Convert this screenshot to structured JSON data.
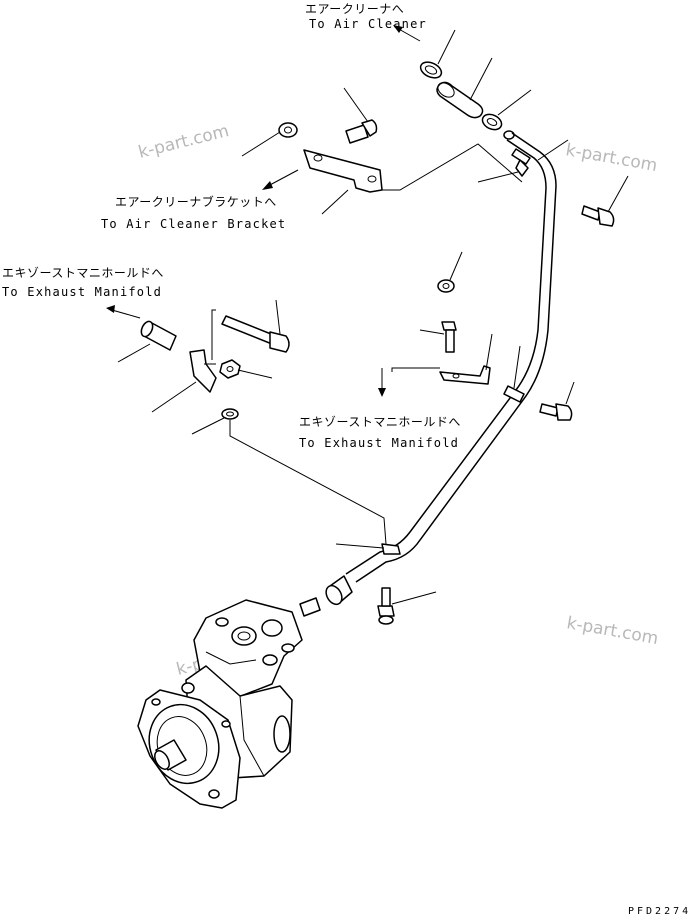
{
  "callouts": {
    "air_cleaner": {
      "jp": "エアークリーナへ",
      "en": "To Air Cleaner"
    },
    "air_cleaner_bracket": {
      "jp": "エアークリーナブラケットへ",
      "en": "To Air Cleaner Bracket"
    },
    "exhaust_manifold_left": {
      "jp": "エキゾーストマニホールドへ",
      "en": "To Exhaust Manifold"
    },
    "exhaust_manifold_center": {
      "jp": "エキゾーストマニホールドへ",
      "en": "To Exhaust Manifold"
    }
  },
  "watermarks": [
    "k-part.com",
    "k-part.com",
    "k-part.com",
    "k-part.com"
  ],
  "drawing_code": "PFD2274",
  "colors": {
    "line": "#000000",
    "background": "#ffffff",
    "watermark": "#b8b8b8"
  }
}
